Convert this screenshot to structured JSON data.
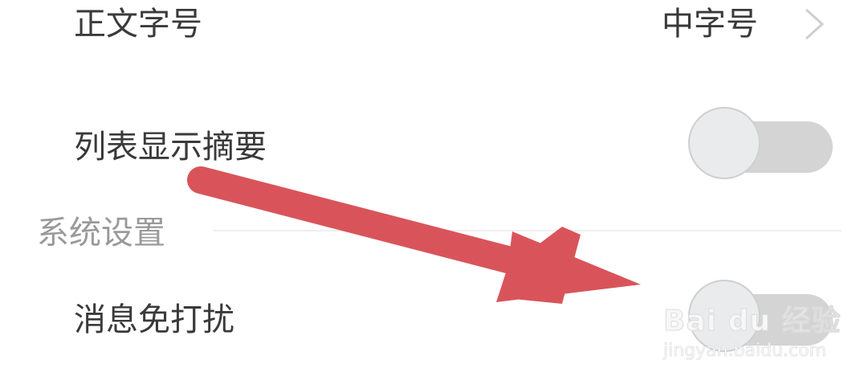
{
  "settings": {
    "font_size": {
      "label": "正文字号",
      "value": "中字号",
      "icon": "chevron-right-icon"
    },
    "list_summary": {
      "label": "列表显示摘要",
      "toggle_state": "off"
    },
    "system_section": {
      "title": "系统设置"
    },
    "do_not_disturb": {
      "label": "消息免打扰",
      "toggle_state": "off"
    }
  },
  "annotation": {
    "type": "arrow",
    "color": "#d9545a",
    "points_to": "do_not_disturb toggle"
  },
  "watermark": {
    "brand": "Bai du 经验",
    "url": "jingyan.baidu.com"
  },
  "colors": {
    "text_primary": "#3a3a3a",
    "text_section": "#9a9a9a",
    "toggle_track": "#d4d4d4",
    "toggle_thumb": "#eaebed",
    "arrow": "#d9545a"
  }
}
